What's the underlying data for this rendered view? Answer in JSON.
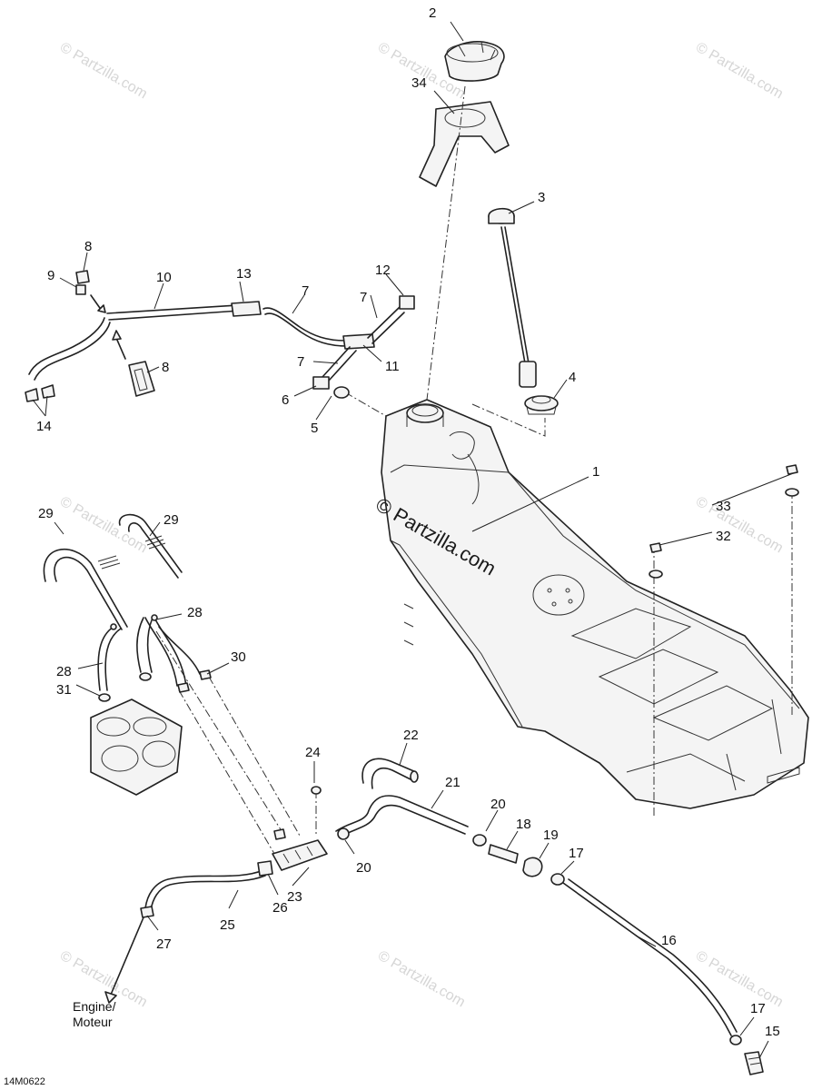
{
  "diagram": {
    "drawing_code": "14M0622",
    "engine_note_line1": "Engine/",
    "engine_note_line2": "Moteur",
    "watermark_text": "© Partzilla.com",
    "watermark_center_text": "© Partzilla.com"
  },
  "callouts": [
    "1",
    "2",
    "3",
    "4",
    "5",
    "6",
    "7",
    "7",
    "7",
    "8",
    "8",
    "9",
    "10",
    "11",
    "12",
    "13",
    "14",
    "15",
    "16",
    "17",
    "17",
    "18",
    "19",
    "20",
    "20",
    "21",
    "22",
    "23",
    "24",
    "25",
    "26",
    "27",
    "28",
    "28",
    "29",
    "29",
    "30",
    "31",
    "32",
    "33",
    "34"
  ]
}
